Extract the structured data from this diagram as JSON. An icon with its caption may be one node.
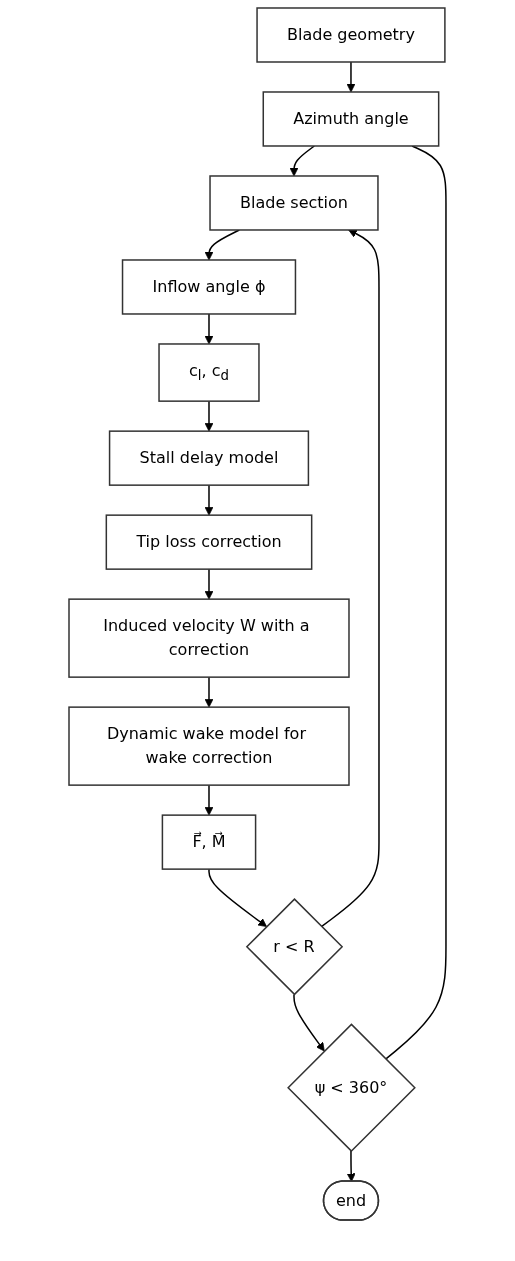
{
  "diagram": {
    "nodes": [
      {
        "text": [
          "Blade geometry"
        ]
      },
      {
        "text": [
          "Azimuth angle"
        ]
      },
      {
        "text": [
          "Blade section"
        ]
      },
      {
        "text": [
          "Inflow angle ϕ"
        ]
      },
      {
        "text": [
          "c$_{l}$, c$_{d}$"
        ]
      },
      {
        "text": [
          "Stall delay model"
        ]
      },
      {
        "text": [
          "Tip loss correction"
        ]
      },
      {
        "text": [
          "Induced velocity W with a correction"
        ]
      },
      {
        "text": [
          "Dynamic wake model for wake correction"
        ]
      },
      {
        "text": [
          "F⃗, M⃗"
        ]
      },
      {
        "text": [
          "r < R"
        ]
      },
      {
        "text": [
          "ψ < 360°"
        ]
      },
      {
        "text": [
          "end"
        ]
      }
    ],
    "edges": [
      {
        "from": 0,
        "to": 1,
        "arrow": "to"
      },
      {
        "from": 1,
        "to": 2,
        "arrow": "to"
      },
      {
        "from": 2,
        "to": 3,
        "arrow": "to"
      },
      {
        "from": 3,
        "to": 4,
        "arrow": "to"
      },
      {
        "from": 4,
        "to": 5,
        "arrow": "to"
      },
      {
        "from": 5,
        "to": 6,
        "arrow": "to"
      },
      {
        "from": 6,
        "to": 7,
        "arrow": "to"
      },
      {
        "from": 7,
        "to": 8,
        "arrow": "to"
      },
      {
        "from": 8,
        "to": 9,
        "arrow": "to"
      },
      {
        "from": 9,
        "to": 10,
        "arrow": "to"
      },
      {
        "from": 10,
        "to": 11,
        "arrow": "to"
      },
      {
        "from": 11,
        "to": 12,
        "arrow": "to"
      },
      {
        "from": 10,
        "to": 2,
        "arrow": "to"
      },
      {
        "from": 11,
        "to": 1,
        "arrow": "none"
      }
    ]
  }
}
